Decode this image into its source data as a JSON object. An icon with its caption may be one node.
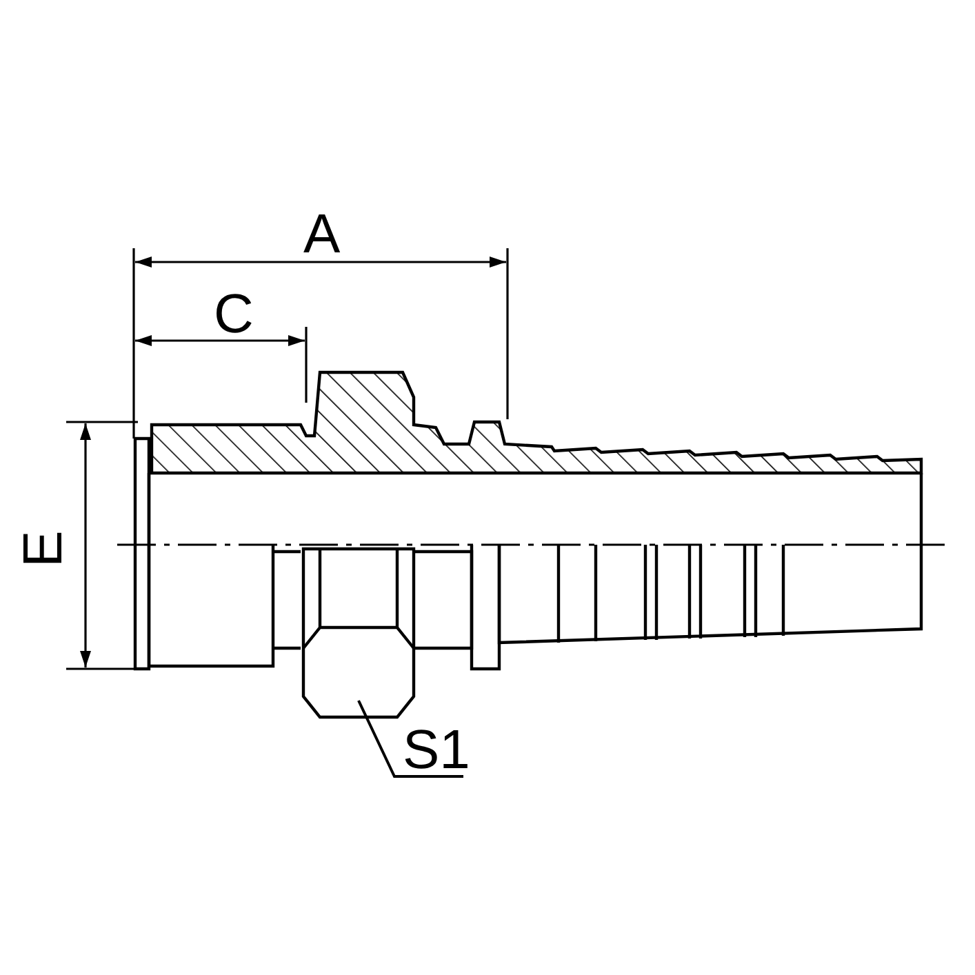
{
  "diagram": {
    "nodes": [
      {
        "text": [
          "S1"
        ]
      },
      {
        "text": [],
        "shape": "picture"
      }
    ],
    "edges": [
      {
        "from": 0,
        "to": 1,
        "arrow": "none"
      }
    ],
    "labels": [
      "A",
      "C",
      "E"
    ]
  }
}
